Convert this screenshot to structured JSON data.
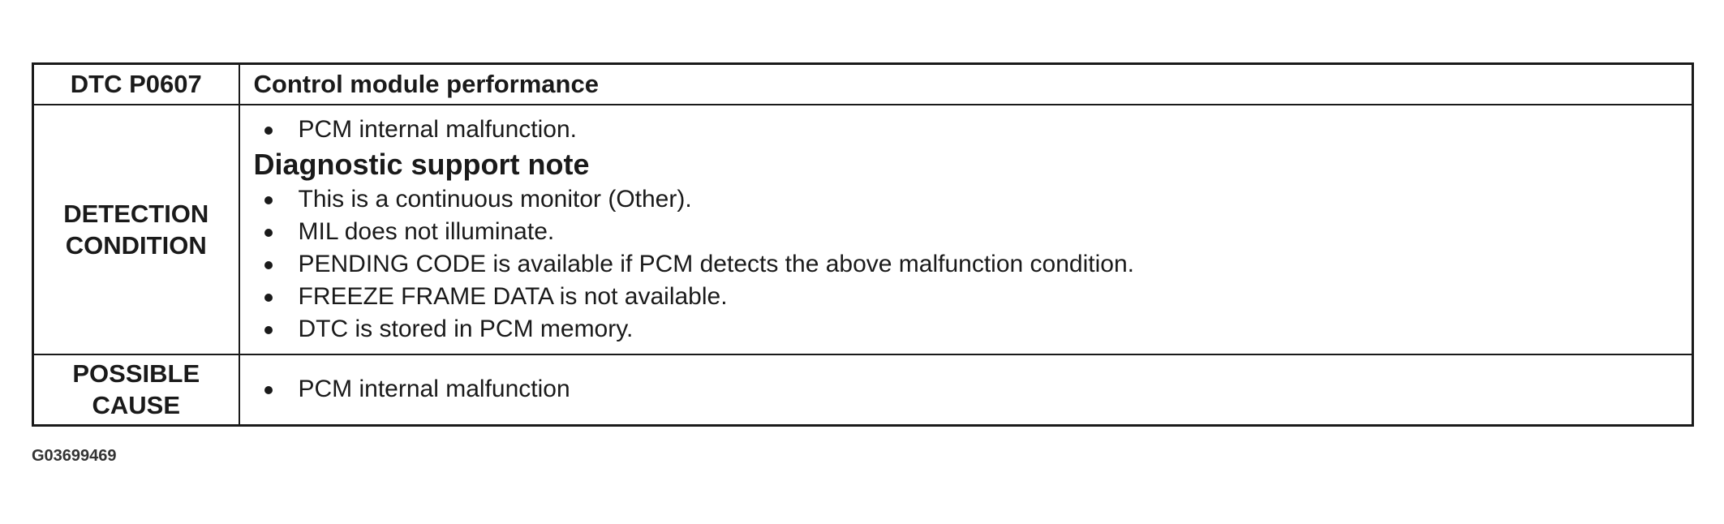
{
  "header": {
    "code": "DTC P0607",
    "title": "Control module performance"
  },
  "detection": {
    "label_line1": "DETECTION",
    "label_line2": "CONDITION",
    "items_top": [
      "PCM internal malfunction."
    ],
    "note_heading": "Diagnostic support note",
    "items_note": [
      "This is a continuous monitor (Other).",
      "MIL does not illuminate.",
      "PENDING CODE is available if PCM detects the above malfunction condition.",
      "FREEZE FRAME DATA is not available.",
      "DTC is stored in PCM memory."
    ]
  },
  "cause": {
    "label_line1": "POSSIBLE",
    "label_line2": "CAUSE",
    "items": [
      "PCM internal malfunction"
    ]
  },
  "figure_code": "G03699469"
}
